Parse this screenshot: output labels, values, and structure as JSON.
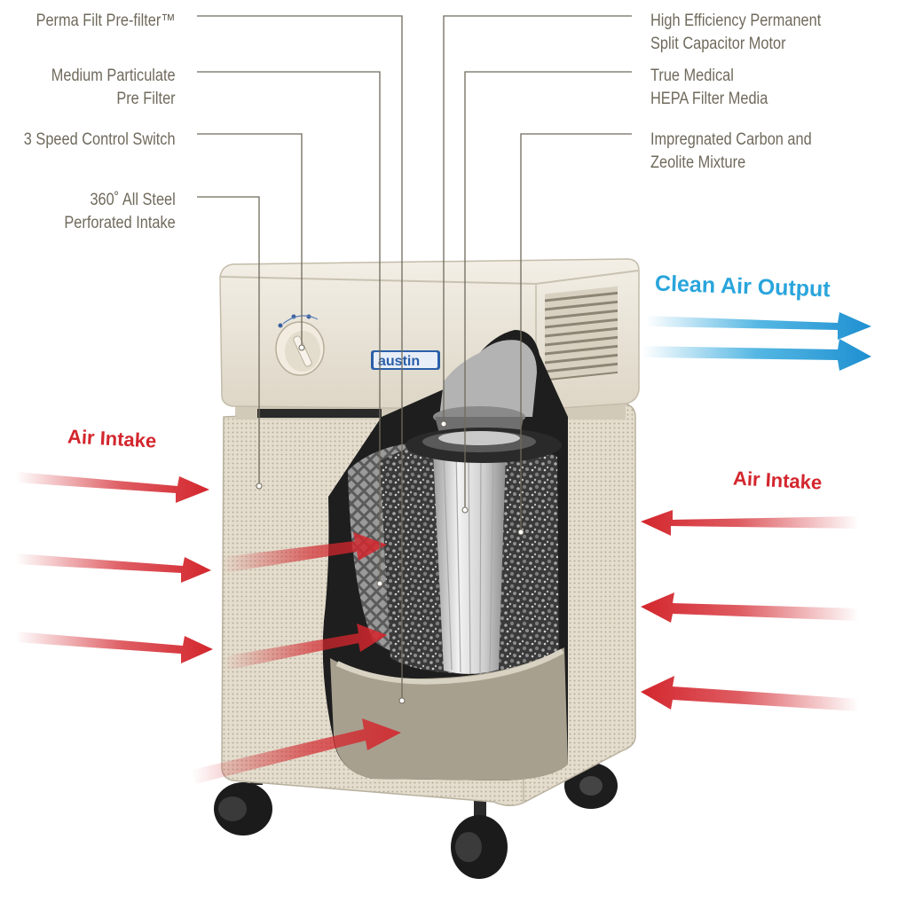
{
  "labels_left": [
    {
      "id": "perma-filt",
      "lines": [
        "Perma Filt Pre-filter™"
      ]
    },
    {
      "id": "medium-particulate",
      "lines": [
        "Medium Particulate",
        "Pre Filter"
      ]
    },
    {
      "id": "speed-switch",
      "lines": [
        "3 Speed Control Switch"
      ]
    },
    {
      "id": "steel-intake",
      "lines": [
        "360˚ All Steel",
        "Perforated Intake"
      ]
    }
  ],
  "labels_right": [
    {
      "id": "motor",
      "lines": [
        "High Efficiency Permanent",
        "Split Capacitor Motor"
      ]
    },
    {
      "id": "hepa",
      "lines": [
        "True Medical",
        "HEPA Filter Media"
      ]
    },
    {
      "id": "carbon",
      "lines": [
        "Impregnated Carbon and",
        "Zeolite Mixture"
      ]
    }
  ],
  "flow_labels": {
    "clean_air_output": "Clean Air Output",
    "air_intake_left": "Air Intake",
    "air_intake_right": "Air Intake"
  },
  "brand": "austin",
  "colors": {
    "label_text": "#6f6a5c",
    "leader_line": "#6f6a5c",
    "intake_red": "#d3262d",
    "output_blue": "#2aa5dc",
    "unit_body": "#e6e0d2",
    "brand_blue": "#2a5fa8"
  }
}
